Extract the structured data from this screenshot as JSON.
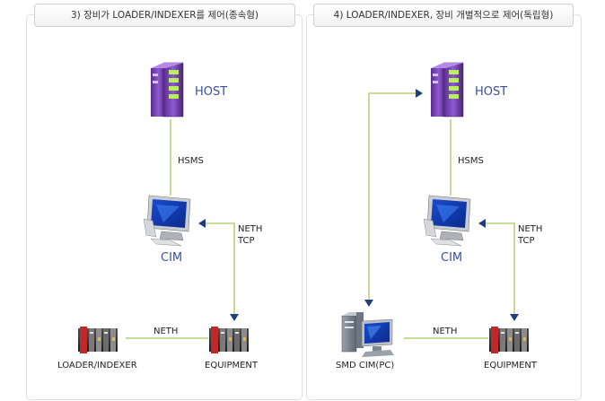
{
  "panels": [
    {
      "title": "3) 장비가 LOADER/INDEXER를 제어(종속형)",
      "host_label": "HOST",
      "link_host_cim": "HSMS",
      "cim_label": "CIM",
      "link_cim_equipment_1": "NETH",
      "link_cim_equipment_2": "TCP",
      "left_device_label": "LOADER/INDEXER",
      "link_bottom": "NETH",
      "equipment_label": "EQUIPMENT"
    },
    {
      "title": "4) LOADER/INDEXER, 장비 개별적으로 제어(독립형)",
      "host_label": "HOST",
      "link_host_cim": "HSMS",
      "cim_label": "CIM",
      "link_cim_equipment_1": "NETH",
      "link_cim_equipment_2": "TCP",
      "left_device_label": "SMD CIM(PC)",
      "link_bottom": "NETH",
      "equipment_label": "EQUIPMENT"
    }
  ],
  "colors": {
    "link": "#c9dc96",
    "arrow": "#1f3f7a",
    "accent_label": "#3c4ea0"
  },
  "icons": [
    "server-icon",
    "monitor-icon",
    "plc-icon",
    "desktop-pc-icon"
  ]
}
